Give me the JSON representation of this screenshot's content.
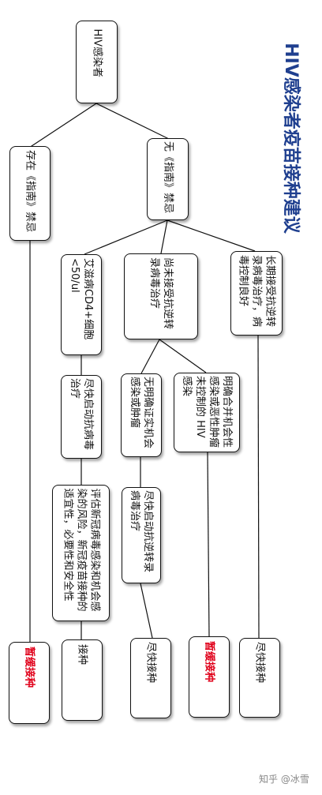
{
  "title": "HIV感染者疫苗接种建议",
  "watermark": "知乎 @冰雪",
  "colors": {
    "title": "#1f3f8f",
    "suspend": "#e0001a"
  },
  "nodes": {
    "root": "HIV感染者",
    "contra_yes": "存在《指南》禁忌",
    "contra_no": "无《指南》禁忌",
    "art_long": "长期接受抗逆转录病毒治疗，病毒控制良好",
    "art_none": "尚未接受抗逆转录病毒治疗",
    "aids_cd4": "艾滋病CD4+细胞<50/ul",
    "opportunistic": "明确合并机会性感染或恶性肿瘤未控制的 HIV 感染",
    "no_opportunistic": "无明确证实机会感染或肿瘤",
    "start_art_cd4": "尽快启动抗病毒治疗",
    "start_art_none": "尽快启动抗逆转录病毒治疗",
    "evaluate": "评估新冠病毒感染和机会感染的风险，新冠疫苗接种的适宜性，必要性和安全性",
    "out_1": "尽快接种",
    "out_2": "暂缓接种",
    "out_3": "尽快接种",
    "out_4": "接种",
    "out_5": "暂缓接种"
  }
}
